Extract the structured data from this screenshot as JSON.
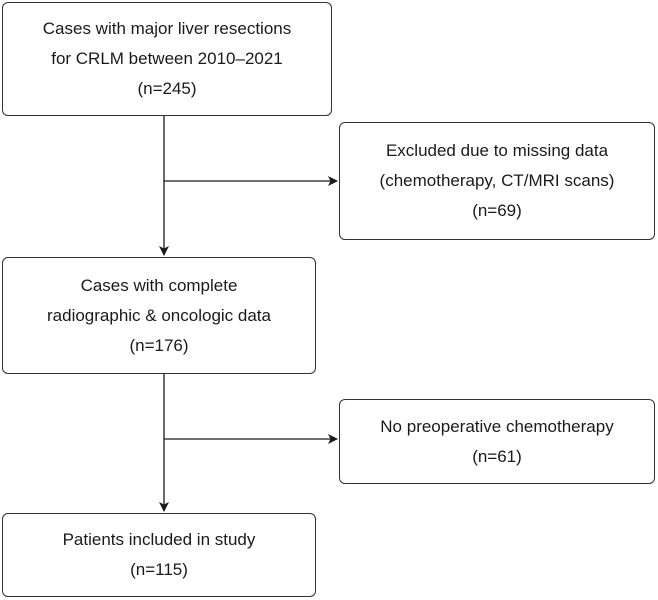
{
  "boxes": {
    "cases": {
      "line1": "Cases with major liver resections",
      "line2": "for CRLM between 2010–2021",
      "count": "(n=245)"
    },
    "excluded": {
      "line1": "Excluded due to missing data",
      "line2": "(chemotherapy, CT/MRI scans)",
      "count": "(n=69)"
    },
    "complete": {
      "line1": "Cases with complete",
      "line2": "radiographic & oncologic data",
      "count": "(n=176)"
    },
    "no_chemo": {
      "line1": "No preoperative chemotherapy",
      "count": "(n=61)"
    },
    "included": {
      "line1": "Patients included in study",
      "count": "(n=115)"
    }
  }
}
